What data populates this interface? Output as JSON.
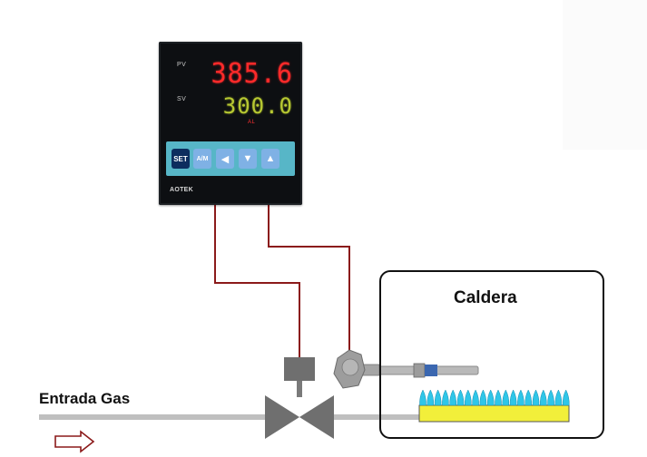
{
  "controller": {
    "pv_label": "PV",
    "sv_label": "SV",
    "pv_value": "385.6",
    "sv_value": "300.0",
    "alarm_label": "AL",
    "keys": {
      "set": "SET",
      "am": "A/M",
      "left": "◀",
      "down": "▼",
      "up": "▲"
    },
    "brand": "AOTEK",
    "colors": {
      "pv": "#ff2a2a",
      "sv": "#b7c832",
      "body": "#0d0f12",
      "keypad": "#57b6c7"
    }
  },
  "boiler": {
    "title": "Caldera"
  },
  "gas_inlet": {
    "label": "Entrada Gas"
  },
  "colors": {
    "signal_wire": "#8b1a1a",
    "pipe": "#bfbfbf",
    "valve": "#6f6f6f",
    "burner": "#f2ef3a",
    "flame": "#2fc6e8",
    "flow_arrow": "#8b1a1a"
  }
}
